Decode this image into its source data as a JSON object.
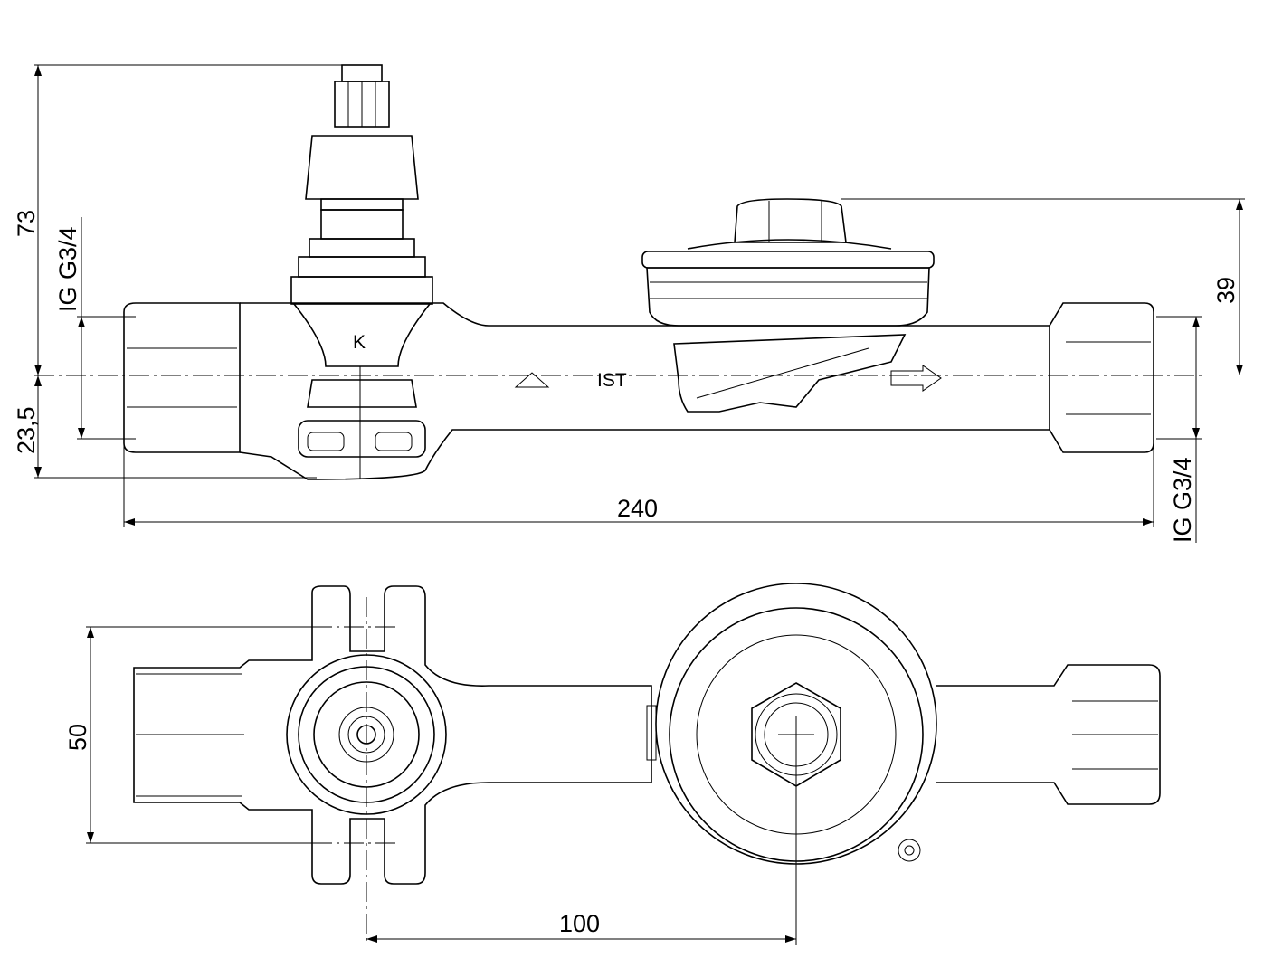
{
  "drawing": {
    "side_view": {
      "height_total": "73",
      "inlet_thread_left": "IG G3/4",
      "below_center": "23,5",
      "length": "240",
      "right_height": "39",
      "outlet_thread_right": "IG G3/4",
      "valve_marking": "K",
      "flow_marking": "IST"
    },
    "top_view": {
      "width": "50",
      "center_distance": "100"
    },
    "line_color": "#000000"
  }
}
